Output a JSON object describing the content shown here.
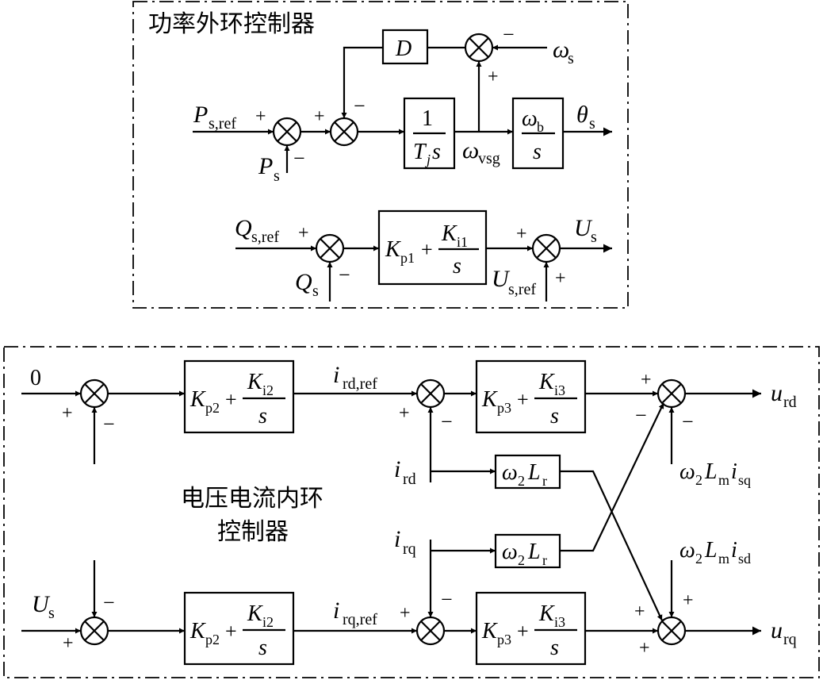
{
  "outer_title": "功率外环控制器",
  "inner_title_line1": "电压电流内环",
  "inner_title_line2": "控制器",
  "signs": {
    "plus": "+",
    "minus": "−"
  },
  "power_loop": {
    "D": "D",
    "omega_s": "ω",
    "omega_s_sub": "s",
    "P_ref": "P",
    "P_ref_sub": "s,ref",
    "P_s": "P",
    "P_s_sub": "s",
    "one": "1",
    "Tj_T": "T",
    "Tj_sub": "j",
    "Tj_s": "s",
    "omega_vsg": "ω",
    "omega_vsg_sub": "vsg",
    "omega_b": "ω",
    "omega_b_sub": "b",
    "s_den": "s",
    "theta": "θ",
    "theta_sub": "s",
    "Q_ref": "Q",
    "Q_ref_sub": "s,ref",
    "Q_s": "Q",
    "Q_s_sub": "s",
    "Kp1_K": "K",
    "Kp1_sub": "p1",
    "Ki1_K": "K",
    "Ki1_sub": "i1",
    "U_s": "U",
    "U_s_sub": "s",
    "U_ref": "U",
    "U_ref_sub": "s,ref"
  },
  "inner_loop": {
    "zero": "0",
    "Kp2_sub": "p2",
    "Ki2_sub": "i2",
    "Kp3_sub": "p3",
    "Ki3_sub": "i3",
    "K": "K",
    "s": "s",
    "i": "i",
    "ird_ref_sub": "rd,ref",
    "irq_ref_sub": "rq,ref",
    "ird_sub": "rd",
    "irq_sub": "rq",
    "omega2": "ω",
    "omega2_sub": "2",
    "L": "L",
    "Lr_sub": "r",
    "Lm_sub": "m",
    "isq_sub": "sq",
    "isd_sub": "sd",
    "u": "u",
    "urd_sub": "rd",
    "urq_sub": "rq",
    "Us": "U",
    "Us_sub": "s"
  }
}
